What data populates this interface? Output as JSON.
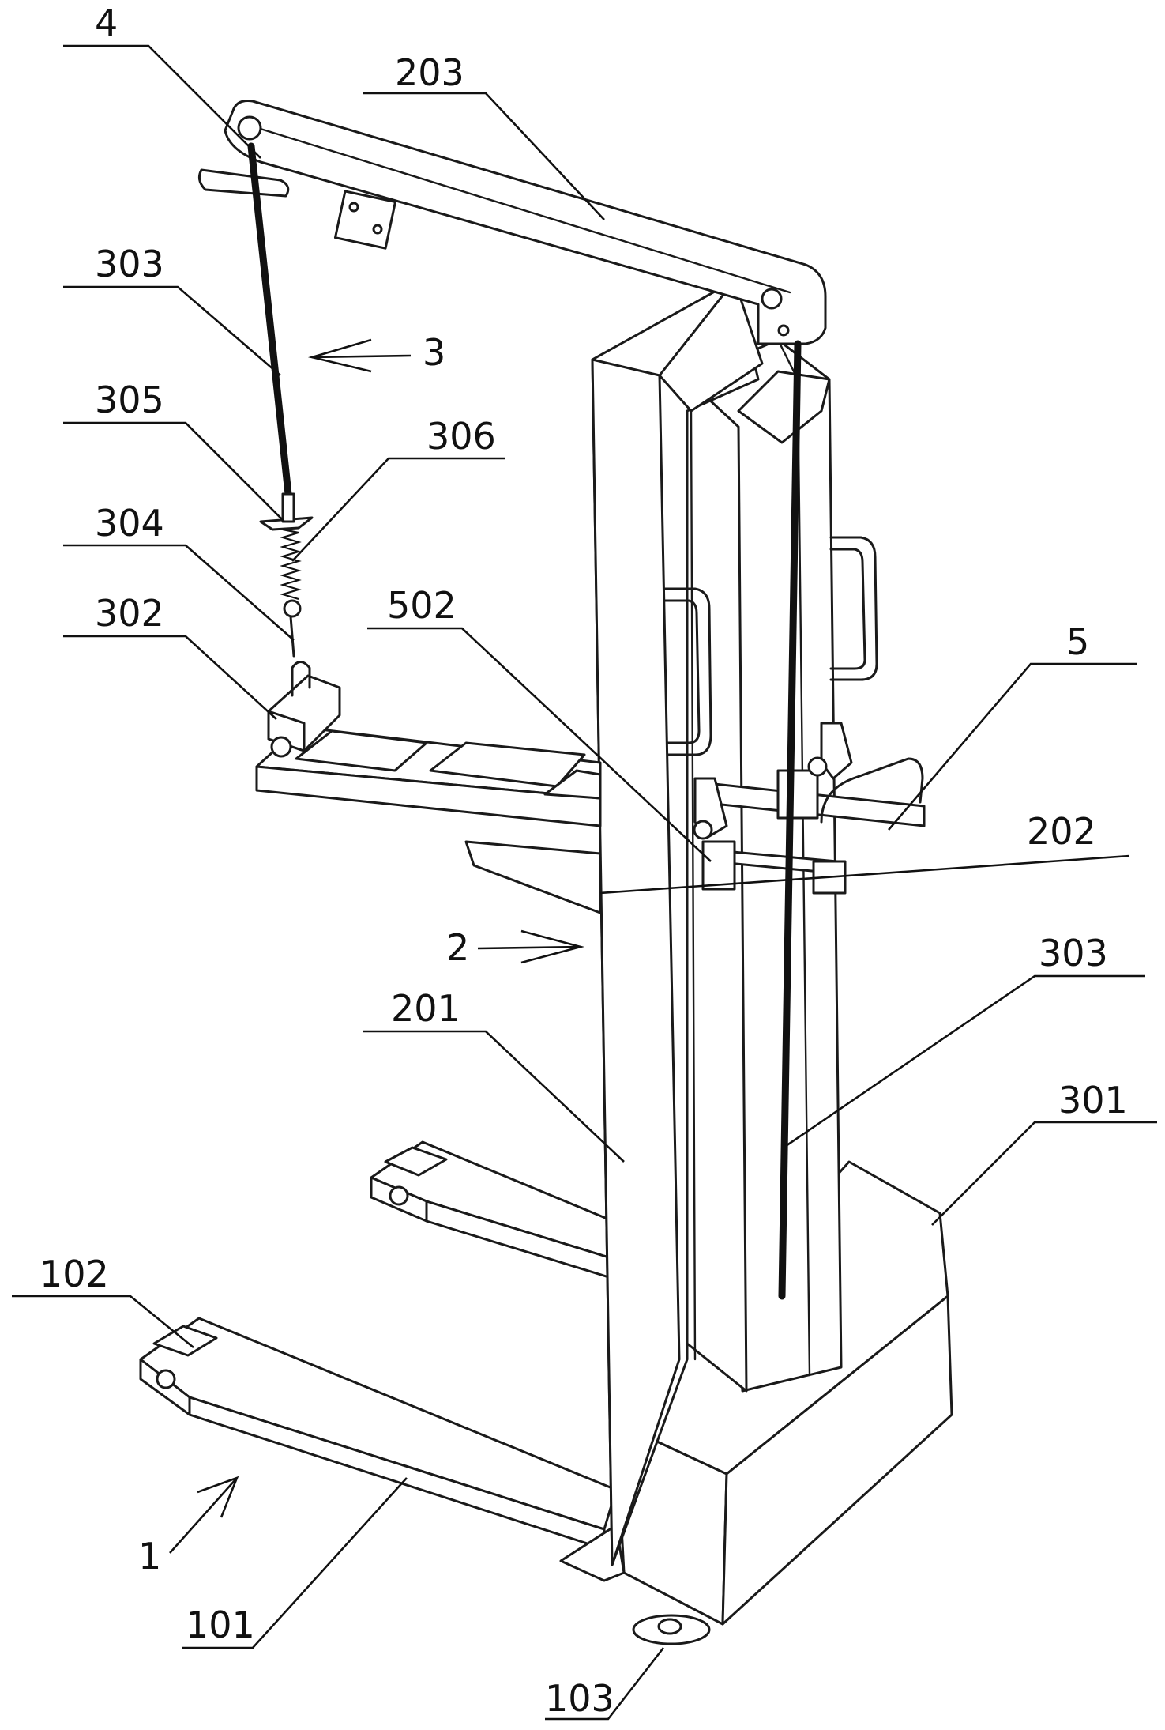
{
  "labels": {
    "l4": "4",
    "l203": "203",
    "l303a": "303",
    "l3": "3",
    "l305": "305",
    "l306": "306",
    "l304": "304",
    "l302": "302",
    "l502": "502",
    "l5": "5",
    "l202": "202",
    "l2": "2",
    "l303b": "303",
    "l201": "201",
    "l301": "301",
    "l102": "102",
    "l1": "1",
    "l101": "101",
    "l103": "103"
  }
}
